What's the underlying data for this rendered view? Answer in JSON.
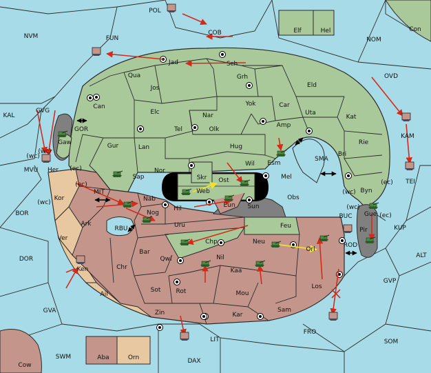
{
  "colors": {
    "water": "#a8dbe8",
    "green_power": "#a9c99a",
    "red_power": "#c4958a",
    "tan_power": "#e8c8a0",
    "neutral_land": "#ffffff",
    "impassable": "#808080",
    "black_zone": "#000000",
    "order_arrow": "#d42a1a",
    "support_arrow": "#f0e22a",
    "army_color": "#4e8a44",
    "fleet_color": "#6a6a7a"
  },
  "sea_labels": {
    "nvm": "NVM",
    "fun": "FUN",
    "pol": "POL",
    "cob": "COB",
    "nom": "NOM",
    "con": "Con",
    "kal": "KAL",
    "gvg": "GVG",
    "ovd": "OVD",
    "kam": "KAM",
    "tei": "TEI",
    "mvu": "MVU",
    "bor": "BOR",
    "dor": "DOR",
    "gva": "GVA",
    "swm": "SWM",
    "dax": "DAX",
    "lit": "LIT",
    "fro": "FRO",
    "som": "SOM",
    "gvp": "GVP",
    "alt": "ALT",
    "kup": "KUP",
    "buc": "BUC",
    "rod": "ROD",
    "rbu": "RBU",
    "mit": "MIT",
    "gor": "GOR",
    "sma": "SMA",
    "cow": "Cow",
    "elf": "Elf",
    "hel": "Hel"
  },
  "land_labels": {
    "jad": "Jad",
    "sch": "Sch",
    "qua": "Qua",
    "jos": "Jos",
    "grh": "Grh",
    "eld": "Eld",
    "can": "Can",
    "elc": "Elc",
    "nar": "Nar",
    "yok": "Yok",
    "car": "Car",
    "uta": "Uta",
    "kat": "Kat",
    "tel": "Tel",
    "olk": "Olk",
    "amp": "Amp",
    "gur": "Gur",
    "lan": "Lan",
    "hug": "Hug",
    "rie": "Rie",
    "bri": "Bri",
    "gaw": "Gaw",
    "nor": "Nor",
    "esm": "Esm",
    "sap": "Sap",
    "wil": "Wil",
    "skr": "Skr",
    "ost": "Ost",
    "web": "Web",
    "mel": "Mel",
    "her": "Her",
    "byn": "Byn",
    "kor": "Kor",
    "nab": "Nab",
    "eun": "Eun",
    "sun": "Sun",
    "obs": "Obs",
    "hil": "Hil",
    "nog": "Nog",
    "ark": "Ark",
    "uru": "Uru",
    "feu": "Feu",
    "gue": "Gue",
    "pir": "Pir",
    "ver": "Ver",
    "chp": "Chp",
    "neu": "Neu",
    "orl": "Orl",
    "bar": "Bar",
    "qwi": "Qwi",
    "nil": "Nil",
    "chr": "Chr",
    "kaa": "Kaa",
    "ken": "Ken",
    "sot": "Sot",
    "rot": "Rot",
    "mou": "Mou",
    "los": "Los",
    "ail": "Ail",
    "zin": "Zin",
    "kar": "Kar",
    "sam": "Sam",
    "aba": "Aba",
    "orn": "Orn"
  },
  "coast_tags": {
    "wc_gvg": "(wc)",
    "ec_her": "(ec)",
    "wc_her": "(wc)",
    "ec_kor": "(ec)",
    "wc_kor": "(wc)",
    "wc_byn": "(wc)",
    "ec_byn": "(ec)",
    "wc_gue": "(wc)",
    "ec_gue": "(ec)"
  }
}
